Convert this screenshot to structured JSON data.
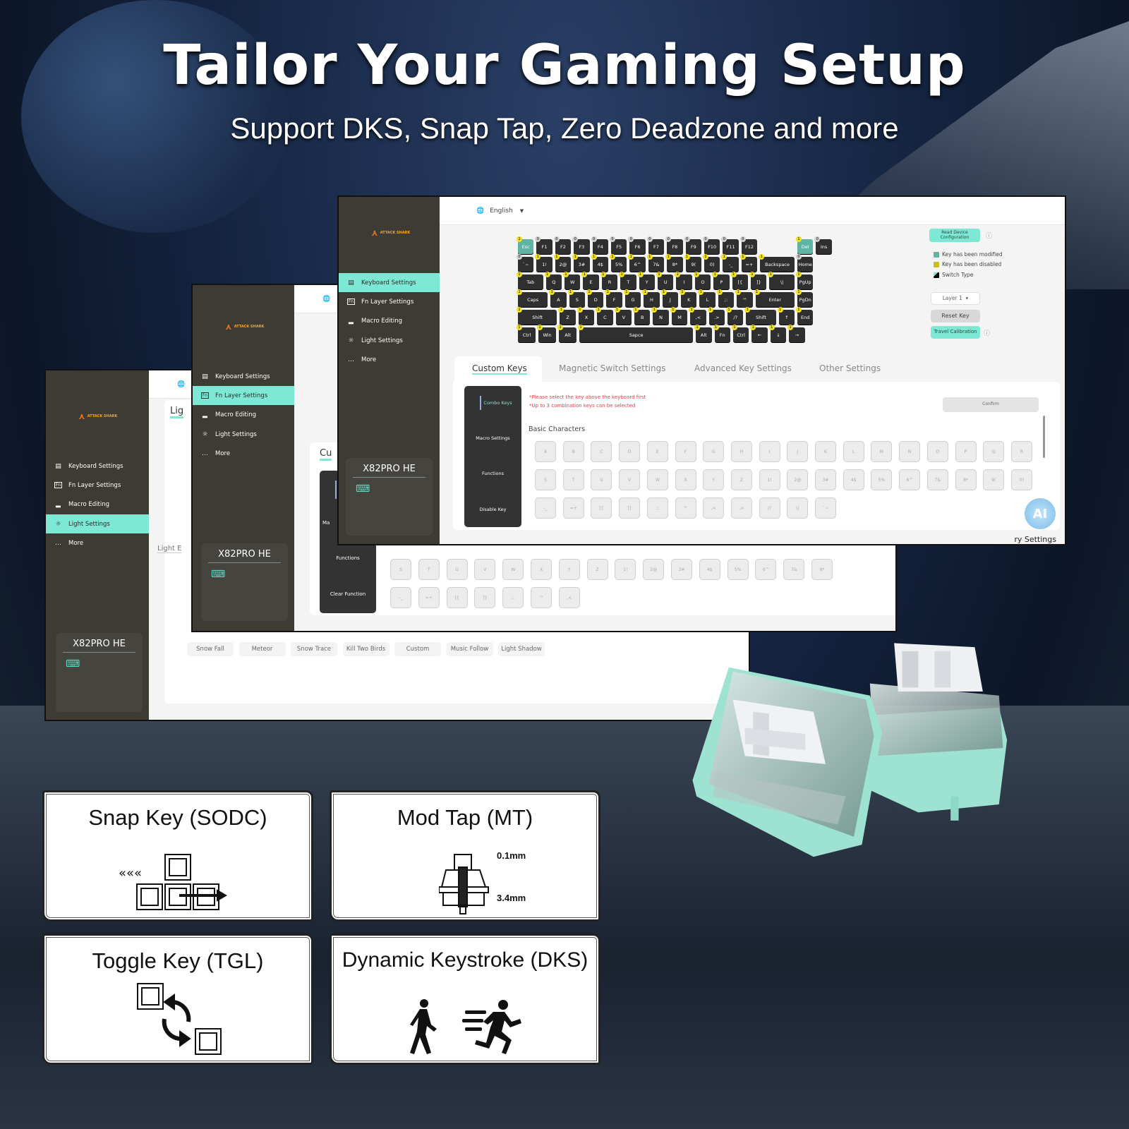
{
  "hero": {
    "title": "Tailor Your Gaming Setup",
    "subtitle": "Support DKS, Snap Tap, Zero Deadzone and more"
  },
  "colors": {
    "accent": "#7de8d3",
    "sidebar": "#3d3b33",
    "modified": "#5fb4a4",
    "disabled": "#c8c020",
    "warning": "#e0404a"
  },
  "brand": {
    "logo_text": "ATTACK SHARK"
  },
  "sidebar": {
    "items": [
      {
        "label": "Keyboard Settings",
        "icon": "keyboard-icon"
      },
      {
        "label": "Fn Layer Settings",
        "icon": "fn-icon"
      },
      {
        "label": "Macro Editing",
        "icon": "laptop-icon"
      },
      {
        "label": "Light Settings",
        "icon": "light-icon"
      },
      {
        "label": "More",
        "icon": "more-icon"
      }
    ]
  },
  "device": {
    "name": "X82PRO HE",
    "icon": "keyboard-icon"
  },
  "topbar": {
    "language": "English",
    "icon": "globe-icon"
  },
  "right_panel": {
    "read_config": "Read Device Configuration",
    "legend": [
      "Key has been modified",
      "Key has been disabled",
      "Switch Type"
    ],
    "layer": "Layer 1",
    "reset": "Reset Key",
    "calibration": "Travel Calibration"
  },
  "keyboard": {
    "rows": [
      [
        [
          "Esc",
          "1",
          "mod"
        ],
        [
          "F1",
          "0"
        ],
        [
          "F2",
          "0"
        ],
        [
          "F3",
          "0"
        ],
        [
          "F4",
          "0"
        ],
        [
          "F5",
          "0"
        ],
        [
          "F6",
          "0"
        ],
        [
          "F7",
          "0"
        ],
        [
          "F8",
          "0"
        ],
        [
          "F9",
          "0"
        ],
        [
          "F10",
          "0"
        ],
        [
          "F11",
          "0"
        ],
        [
          "F12",
          "0"
        ],
        [
          "Del",
          "1",
          "mod"
        ],
        [
          "Ins",
          "0"
        ]
      ],
      [
        [
          "`~",
          "0"
        ],
        [
          "1!",
          "1"
        ],
        [
          "2@",
          "1"
        ],
        [
          "3#",
          "1"
        ],
        [
          "4$",
          "1"
        ],
        [
          "5%",
          "1"
        ],
        [
          "6^",
          "1"
        ],
        [
          "7&",
          "1"
        ],
        [
          "8*",
          "1"
        ],
        [
          "9(",
          "1"
        ],
        [
          "0)",
          "1"
        ],
        [
          "-_",
          "1"
        ],
        [
          "=+",
          "1"
        ],
        [
          "Backspace",
          "1"
        ],
        [
          "Home",
          "0"
        ]
      ],
      [
        [
          "Tab",
          "1"
        ],
        [
          "Q",
          "1"
        ],
        [
          "W",
          "1"
        ],
        [
          "E",
          "1"
        ],
        [
          "R",
          "1"
        ],
        [
          "T",
          "1"
        ],
        [
          "Y",
          "1"
        ],
        [
          "U",
          "1"
        ],
        [
          "I",
          "1"
        ],
        [
          "O",
          "1"
        ],
        [
          "P",
          "1"
        ],
        [
          "[{",
          "1"
        ],
        [
          "]}",
          "1"
        ],
        [
          "\\|",
          "1"
        ],
        [
          "PgUp",
          "1"
        ]
      ],
      [
        [
          "Caps",
          "1"
        ],
        [
          "A",
          "1"
        ],
        [
          "S",
          "1"
        ],
        [
          "D",
          "1"
        ],
        [
          "F",
          "1"
        ],
        [
          "G",
          "1"
        ],
        [
          "H",
          "1"
        ],
        [
          "J",
          "1"
        ],
        [
          "K",
          "1"
        ],
        [
          "L",
          "1"
        ],
        [
          ";:",
          "1"
        ],
        [
          "'\"",
          "1"
        ],
        [
          "Enter",
          "1"
        ],
        [
          "PgDn",
          "1"
        ]
      ],
      [
        [
          "Shift",
          "1"
        ],
        [
          "Z",
          "1"
        ],
        [
          "X",
          "1"
        ],
        [
          "C",
          "1"
        ],
        [
          "V",
          "1"
        ],
        [
          "B",
          "1"
        ],
        [
          "N",
          "1"
        ],
        [
          "M",
          "1"
        ],
        [
          ",<",
          "1"
        ],
        [
          ".>",
          "1"
        ],
        [
          "/?",
          "1"
        ],
        [
          "Shift",
          "1"
        ],
        [
          "↑",
          "1"
        ],
        [
          "End",
          "1"
        ]
      ],
      [
        [
          "Ctrl",
          "1"
        ],
        [
          "Win",
          "1"
        ],
        [
          "Alt",
          "1"
        ],
        [
          "Sapce",
          "1"
        ],
        [
          "Alt",
          "1"
        ],
        [
          "Fn",
          "1"
        ],
        [
          "Ctrl",
          "1"
        ],
        [
          "←",
          "1"
        ],
        [
          "↓",
          "1"
        ],
        [
          "→",
          "1"
        ]
      ]
    ]
  },
  "tabs": [
    "Custom Keys",
    "Magnetic Switch Settings",
    "Advanced Key Settings",
    "Other Settings"
  ],
  "custom_keys": {
    "menu": [
      "Combo Keys",
      "Macro Settings",
      "Functions",
      "Disable Key"
    ],
    "notes": [
      "*Please select the key above the keyboard first",
      "*Up to 3 combination keys can be selected"
    ],
    "confirm": "Confirm",
    "section": "Basic Characters",
    "rows": [
      [
        "A",
        "B",
        "C",
        "D",
        "E",
        "F",
        "G",
        "H",
        "I",
        "J",
        "K",
        "L",
        "M",
        "N",
        "O",
        "P",
        "Q",
        "R"
      ],
      [
        "S",
        "T",
        "U",
        "V",
        "W",
        "X",
        "Y",
        "Z",
        "1!",
        "2@",
        "3#",
        "4$",
        "5%",
        "6^",
        "7&",
        "8*",
        "9(",
        "0)"
      ],
      [
        "-_",
        "=+",
        "[{",
        "]}",
        ";:",
        "'\"",
        ",<",
        ".>",
        "/?",
        "\\|",
        "`~"
      ]
    ],
    "footer_fragment": "ry Settings",
    "ai_badge": "AI"
  },
  "fn_window": {
    "tab_fragment": "Cu",
    "menu_fragment": "Ma",
    "menu": [
      "Functions",
      "Clear Function"
    ],
    "rows": [
      [
        "S",
        "T",
        "U",
        "V",
        "W",
        "X",
        "Y",
        "Z",
        "1!",
        "2@",
        "3#",
        "4$",
        "5%",
        "6^",
        "7&",
        "8*"
      ],
      [
        "-_",
        "=+",
        "[{",
        "]}",
        ";:",
        "'\"",
        ",<"
      ]
    ]
  },
  "light_window": {
    "tab_fragment": "Lig",
    "label_fragment": "Light E",
    "effects": [
      "Snow Fall",
      "Meteor",
      "Snow Trace",
      "Kill Two Birds",
      "Custom",
      "Music Follow",
      "Light Shadow"
    ]
  },
  "features": [
    {
      "title": "Snap Key (SODC)",
      "icon": "snap-key-icon"
    },
    {
      "title": "Mod Tap (MT)",
      "icon": "switch-travel-icon",
      "labels": [
        "0.1mm",
        "3.4mm"
      ]
    },
    {
      "title": "Toggle Key (TGL)",
      "icon": "toggle-icon"
    },
    {
      "title": "Dynamic Keystroke (DKS)",
      "icon": "walk-run-icon"
    }
  ]
}
